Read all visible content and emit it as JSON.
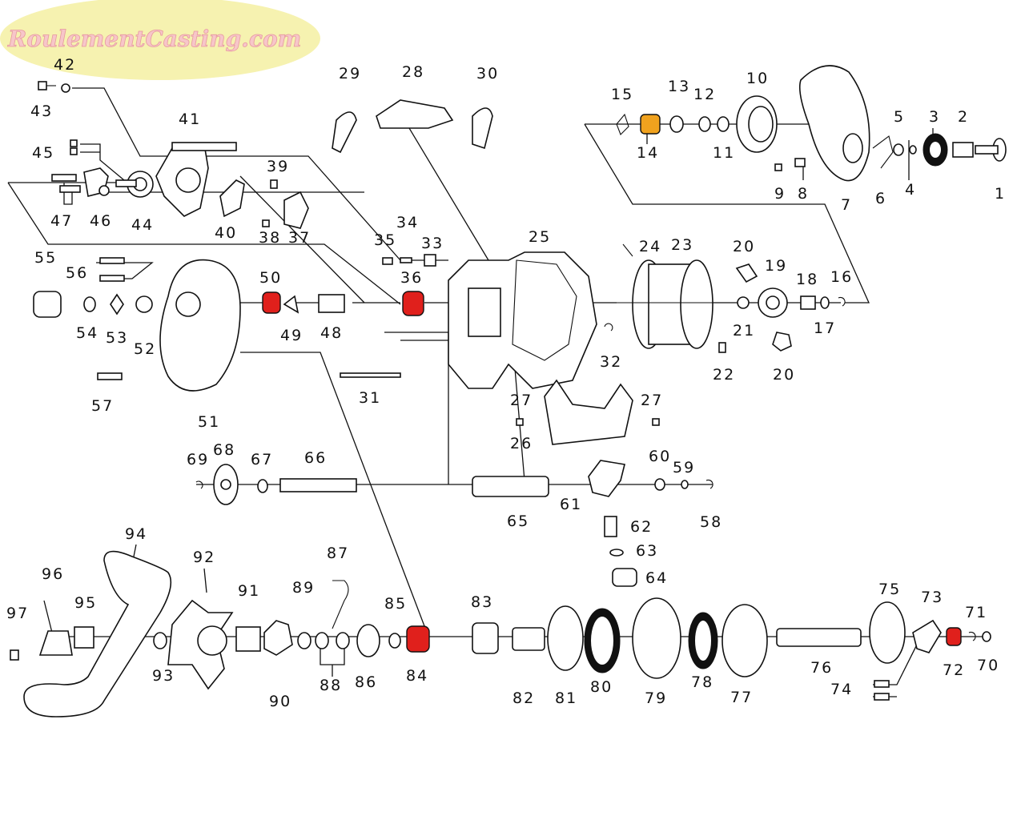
{
  "watermark": {
    "text": "RoulementCasting.com"
  },
  "colors": {
    "bearing_red": "#e0201c",
    "bearing_orange": "#f0a21e",
    "logo_oval": "#f6f2b0",
    "ink": "#111111"
  },
  "labels": [
    {
      "id": "1",
      "text": "1"
    },
    {
      "id": "2",
      "text": "2"
    },
    {
      "id": "3",
      "text": "3"
    },
    {
      "id": "4",
      "text": "4"
    },
    {
      "id": "5",
      "text": "5"
    },
    {
      "id": "6",
      "text": "6"
    },
    {
      "id": "7",
      "text": "7"
    },
    {
      "id": "8",
      "text": "8"
    },
    {
      "id": "9",
      "text": "9"
    },
    {
      "id": "10",
      "text": "10"
    },
    {
      "id": "11",
      "text": "11"
    },
    {
      "id": "12",
      "text": "12"
    },
    {
      "id": "13",
      "text": "13"
    },
    {
      "id": "14",
      "text": "14"
    },
    {
      "id": "15",
      "text": "15"
    },
    {
      "id": "16",
      "text": "16"
    },
    {
      "id": "17",
      "text": "17"
    },
    {
      "id": "18",
      "text": "18"
    },
    {
      "id": "19",
      "text": "19"
    },
    {
      "id": "20a",
      "text": "20"
    },
    {
      "id": "20b",
      "text": "20"
    },
    {
      "id": "21",
      "text": "21"
    },
    {
      "id": "22",
      "text": "22"
    },
    {
      "id": "23",
      "text": "23"
    },
    {
      "id": "24",
      "text": "24"
    },
    {
      "id": "25",
      "text": "25"
    },
    {
      "id": "26",
      "text": "26"
    },
    {
      "id": "27a",
      "text": "27"
    },
    {
      "id": "27b",
      "text": "27"
    },
    {
      "id": "28",
      "text": "28"
    },
    {
      "id": "29",
      "text": "29"
    },
    {
      "id": "30",
      "text": "30"
    },
    {
      "id": "31",
      "text": "31"
    },
    {
      "id": "32",
      "text": "32"
    },
    {
      "id": "33",
      "text": "33"
    },
    {
      "id": "34",
      "text": "34"
    },
    {
      "id": "35",
      "text": "35"
    },
    {
      "id": "36",
      "text": "36"
    },
    {
      "id": "37",
      "text": "37"
    },
    {
      "id": "38",
      "text": "38"
    },
    {
      "id": "39",
      "text": "39"
    },
    {
      "id": "40",
      "text": "40"
    },
    {
      "id": "41",
      "text": "41"
    },
    {
      "id": "42",
      "text": "42"
    },
    {
      "id": "43",
      "text": "43"
    },
    {
      "id": "44",
      "text": "44"
    },
    {
      "id": "45",
      "text": "45"
    },
    {
      "id": "46",
      "text": "46"
    },
    {
      "id": "47",
      "text": "47"
    },
    {
      "id": "48",
      "text": "48"
    },
    {
      "id": "49",
      "text": "49"
    },
    {
      "id": "50",
      "text": "50"
    },
    {
      "id": "51",
      "text": "51"
    },
    {
      "id": "52",
      "text": "52"
    },
    {
      "id": "53",
      "text": "53"
    },
    {
      "id": "54",
      "text": "54"
    },
    {
      "id": "55",
      "text": "55"
    },
    {
      "id": "56",
      "text": "56"
    },
    {
      "id": "57",
      "text": "57"
    },
    {
      "id": "58",
      "text": "58"
    },
    {
      "id": "59",
      "text": "59"
    },
    {
      "id": "60",
      "text": "60"
    },
    {
      "id": "61",
      "text": "61"
    },
    {
      "id": "62",
      "text": "62"
    },
    {
      "id": "63",
      "text": "63"
    },
    {
      "id": "64",
      "text": "64"
    },
    {
      "id": "65",
      "text": "65"
    },
    {
      "id": "66",
      "text": "66"
    },
    {
      "id": "67",
      "text": "67"
    },
    {
      "id": "68",
      "text": "68"
    },
    {
      "id": "69",
      "text": "69"
    },
    {
      "id": "70",
      "text": "70"
    },
    {
      "id": "71",
      "text": "71"
    },
    {
      "id": "72",
      "text": "72"
    },
    {
      "id": "73",
      "text": "73"
    },
    {
      "id": "74",
      "text": "74"
    },
    {
      "id": "75",
      "text": "75"
    },
    {
      "id": "76",
      "text": "76"
    },
    {
      "id": "77",
      "text": "77"
    },
    {
      "id": "78",
      "text": "78"
    },
    {
      "id": "79",
      "text": "79"
    },
    {
      "id": "80",
      "text": "80"
    },
    {
      "id": "81",
      "text": "81"
    },
    {
      "id": "82",
      "text": "82"
    },
    {
      "id": "83",
      "text": "83"
    },
    {
      "id": "84",
      "text": "84"
    },
    {
      "id": "85",
      "text": "85"
    },
    {
      "id": "86",
      "text": "86"
    },
    {
      "id": "87",
      "text": "87"
    },
    {
      "id": "88",
      "text": "88"
    },
    {
      "id": "89",
      "text": "89"
    },
    {
      "id": "90",
      "text": "90"
    },
    {
      "id": "91",
      "text": "91"
    },
    {
      "id": "92",
      "text": "92"
    },
    {
      "id": "93",
      "text": "93"
    },
    {
      "id": "94",
      "text": "94"
    },
    {
      "id": "95",
      "text": "95"
    },
    {
      "id": "96",
      "text": "96"
    },
    {
      "id": "97",
      "text": "97"
    }
  ]
}
